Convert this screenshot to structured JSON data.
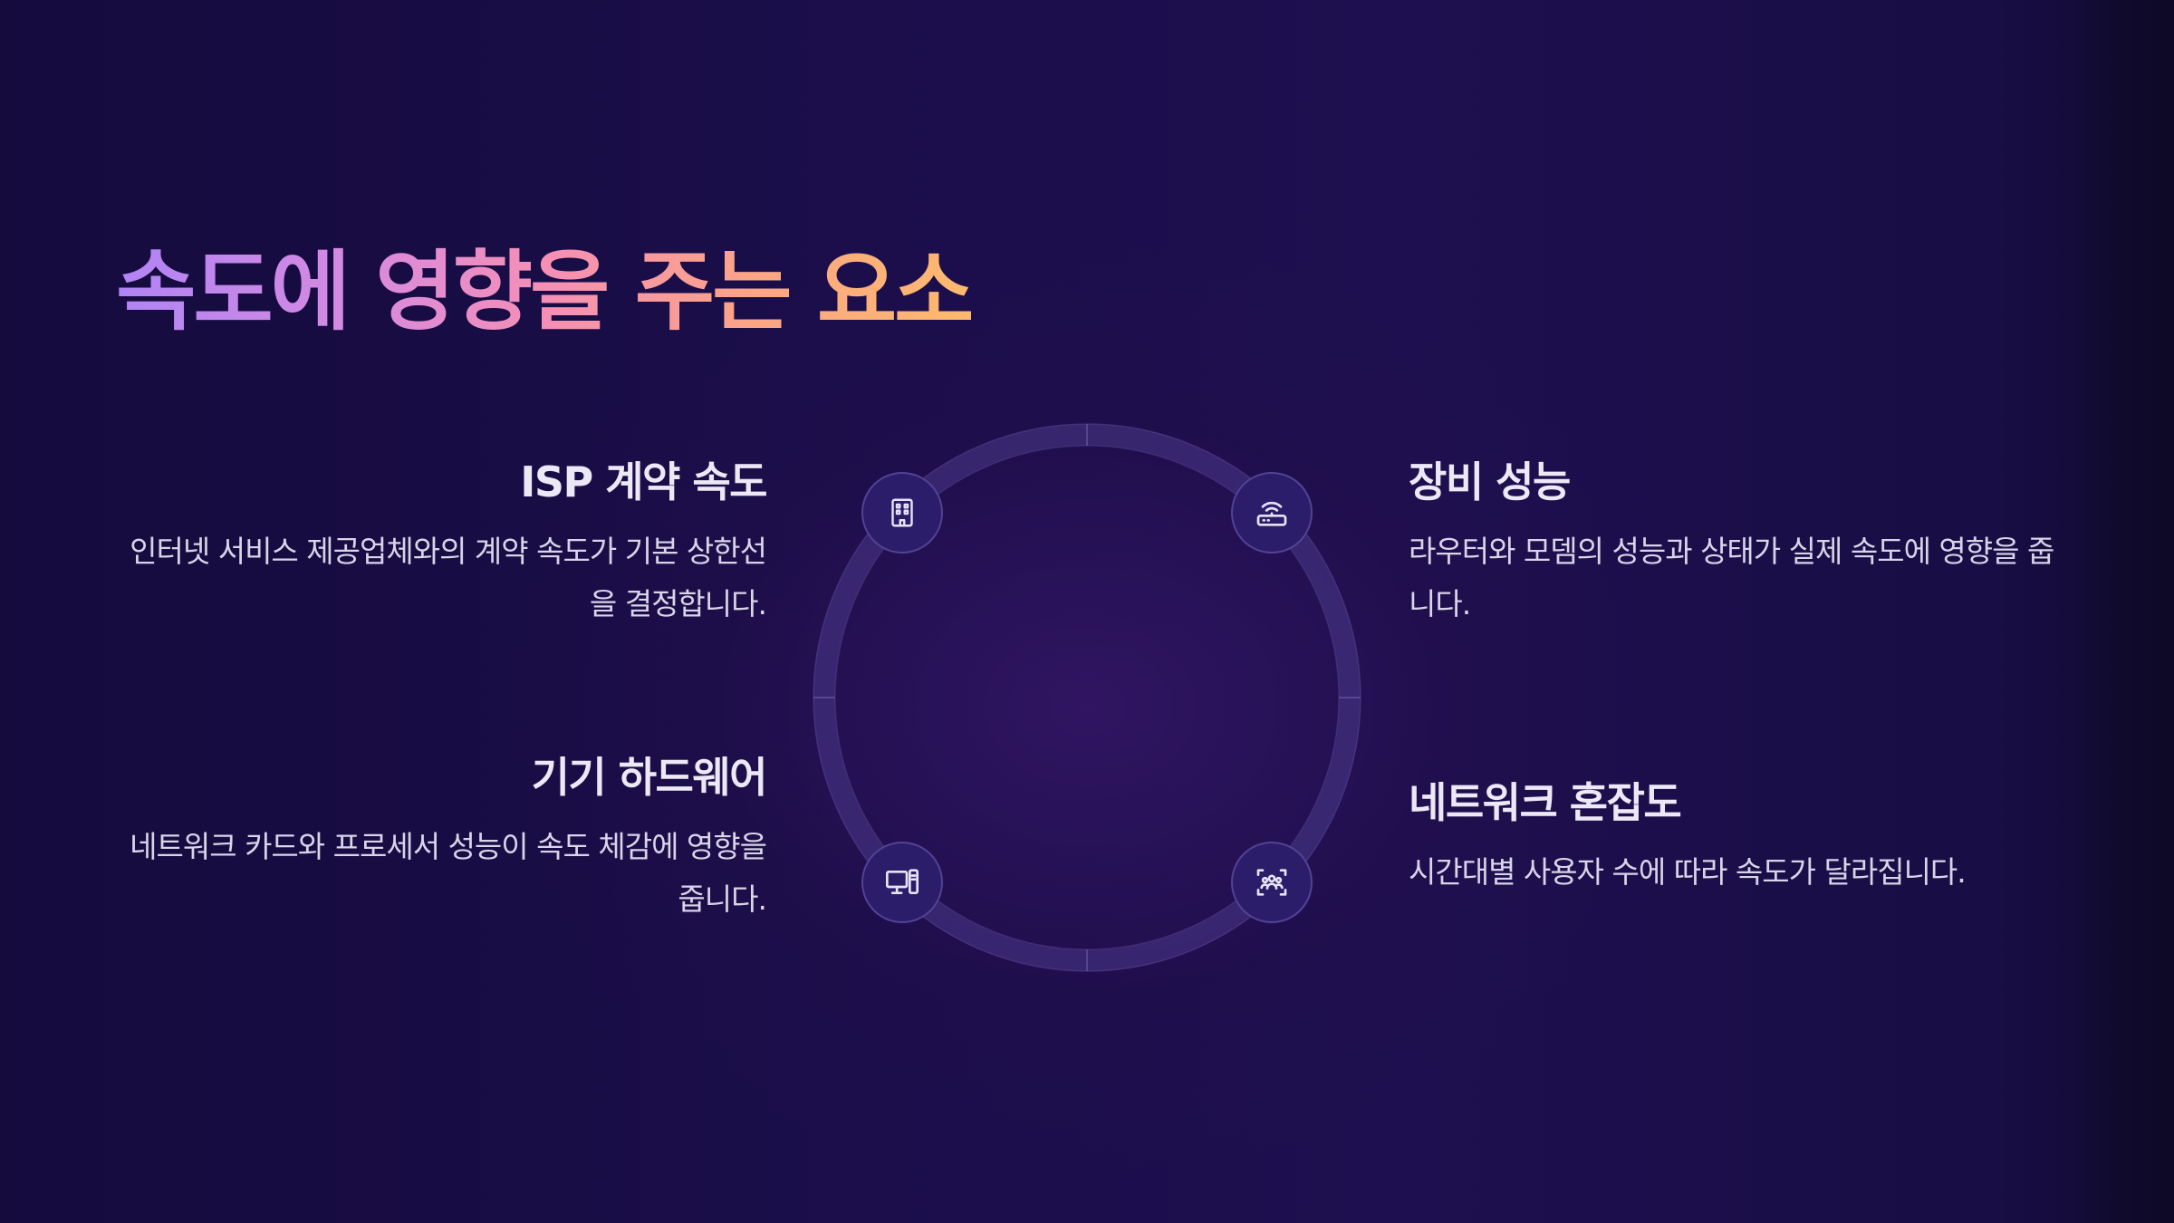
{
  "slide": {
    "title": "속도에 영향을 주는 요소",
    "items": [
      {
        "id": "isp",
        "heading": "ISP 계약 속도",
        "description": "인터넷 서비스 제공업체와의 계약 속도가 기본 상한선을 결정합니다.",
        "icon": "building-icon"
      },
      {
        "id": "hardware",
        "heading": "기기 하드웨어",
        "description": "네트워크 카드와 프로세서 성능이 속도 체감에 영향을 줍니다.",
        "icon": "computer-icon"
      },
      {
        "id": "device",
        "heading": "장비 성능",
        "description": "라우터와 모뎀의 성능과 상태가 실제 속도에 영향을 줍니다.",
        "icon": "router-icon"
      },
      {
        "id": "congestion",
        "heading": "네트워크 혼잡도",
        "description": "시간대별 사용자 수에 따라 속도가 달라집니다.",
        "icon": "people-scan-icon"
      }
    ]
  },
  "colors": {
    "title_gradient": [
      "#b084f5",
      "#f58fb6",
      "#fdba6e"
    ],
    "heading": "#ece8f5",
    "body": "#d9d4e8",
    "node_fill": "#2c1d6b",
    "ring": "#4a3a8a"
  }
}
